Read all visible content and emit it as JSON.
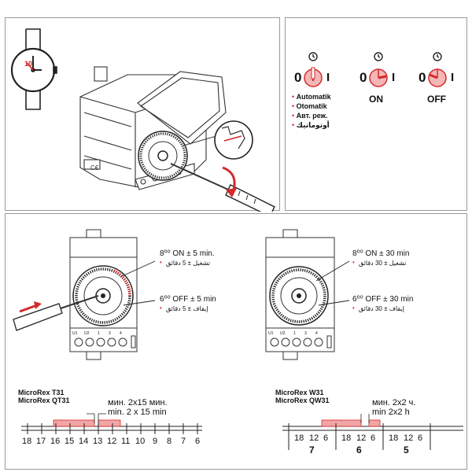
{
  "modes": {
    "zero": "0",
    "one": "I",
    "auto_labels": [
      "Automatik",
      "Otomatik",
      "Авт. реж.",
      "أوتوماتيك"
    ],
    "on": "ON",
    "off": "OFF",
    "bullet": "•"
  },
  "install": {
    "watch_hour": "10",
    "ce_mark": "C€"
  },
  "left_device": {
    "on_time": "8⁰⁰ ON ± 5 min.",
    "on_ar": "تشغيل ± 5 دقائق",
    "off_time": "6⁰⁰ OFF ± 5 min",
    "off_ar": "إيقاف ± 5 دقائق",
    "terminals": [
      "U1",
      "U2",
      "1",
      "3",
      "4"
    ],
    "model_1": "MicroRex T31",
    "model_2": "MicroRex QT31",
    "scale_min_ru": "мин. 2x15 мин.",
    "scale_min_en": "min. 2 x 15 min",
    "scale_ticks": [
      "18",
      "17",
      "16",
      "15",
      "14",
      "13",
      "12",
      "11",
      "10",
      "9",
      "8",
      "7",
      "6"
    ]
  },
  "right_device": {
    "on_time": "8⁰⁰ ON ± 30 min",
    "on_ar": "تشغيل ± 30 دقائق",
    "off_time": "6⁰⁰ OFF ± 30 min",
    "off_ar": "إيقاف ± 30 دقائق",
    "terminals": [
      "U1",
      "U2",
      "1",
      "3",
      "4"
    ],
    "model_1": "MicroRex W31",
    "model_2": "MicroRex QW31",
    "scale_min_ru": "мин. 2x2 ч.",
    "scale_min_en": "min 2x2 h",
    "scale_ticks": [
      "18",
      "12",
      "6",
      "18",
      "12",
      "6",
      "18",
      "12",
      "6"
    ],
    "scale_days": [
      "7",
      "6",
      "5"
    ]
  },
  "colors": {
    "accent_red": "#d42a2a",
    "segment_pink": "#f2a5a5",
    "knob_pink": "#f4b6b6",
    "line": "#222222"
  }
}
